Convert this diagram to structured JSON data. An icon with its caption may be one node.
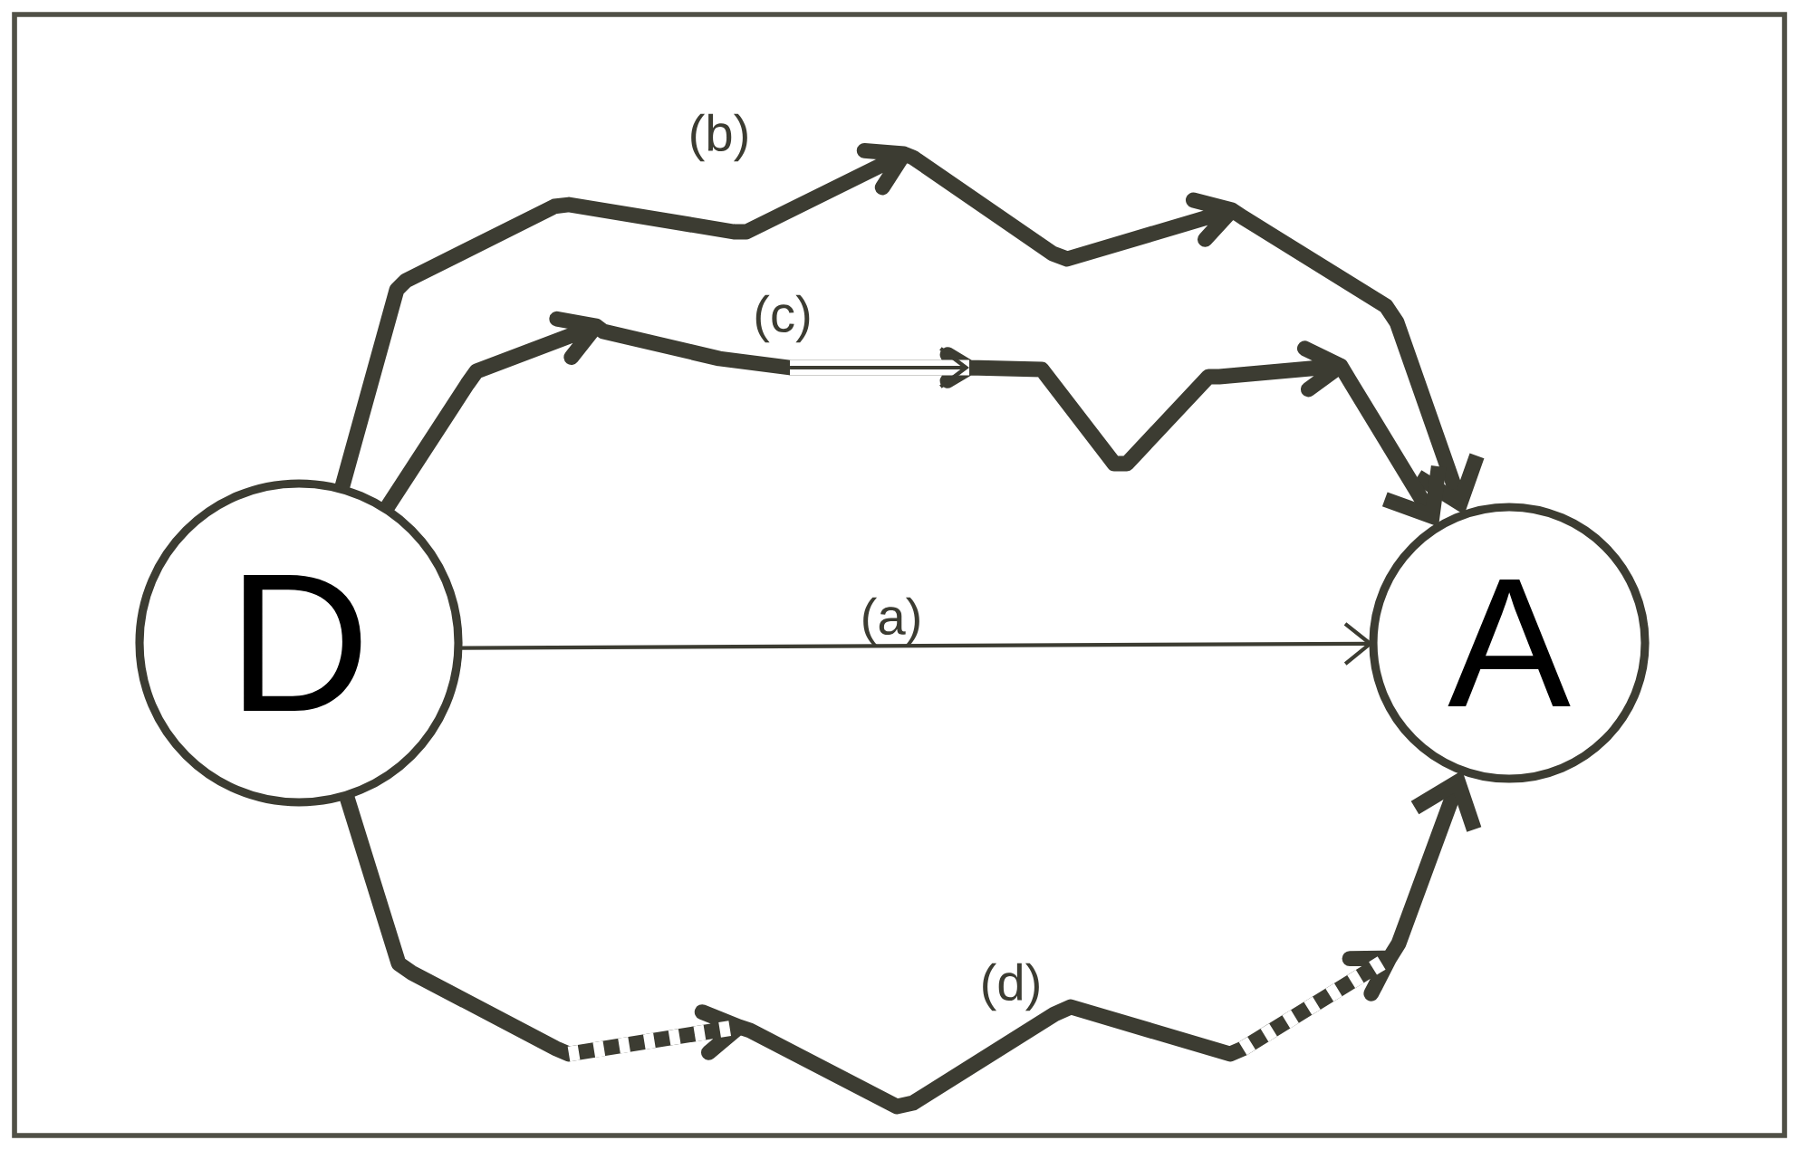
{
  "diagram": {
    "nodes": [
      {
        "text": [
          "D"
        ]
      },
      {
        "text": [
          "A"
        ]
      }
    ],
    "edges": [
      {
        "from": 0,
        "to": 1,
        "arrow": "to",
        "label": "(a)"
      },
      {
        "from": 0,
        "to": 1,
        "arrow": "to",
        "label": "(b)"
      },
      {
        "from": 0,
        "to": 1,
        "arrow": "to",
        "label": "(c)"
      },
      {
        "from": 0,
        "to": 1,
        "arrow": "to",
        "label": "(d)"
      }
    ]
  }
}
